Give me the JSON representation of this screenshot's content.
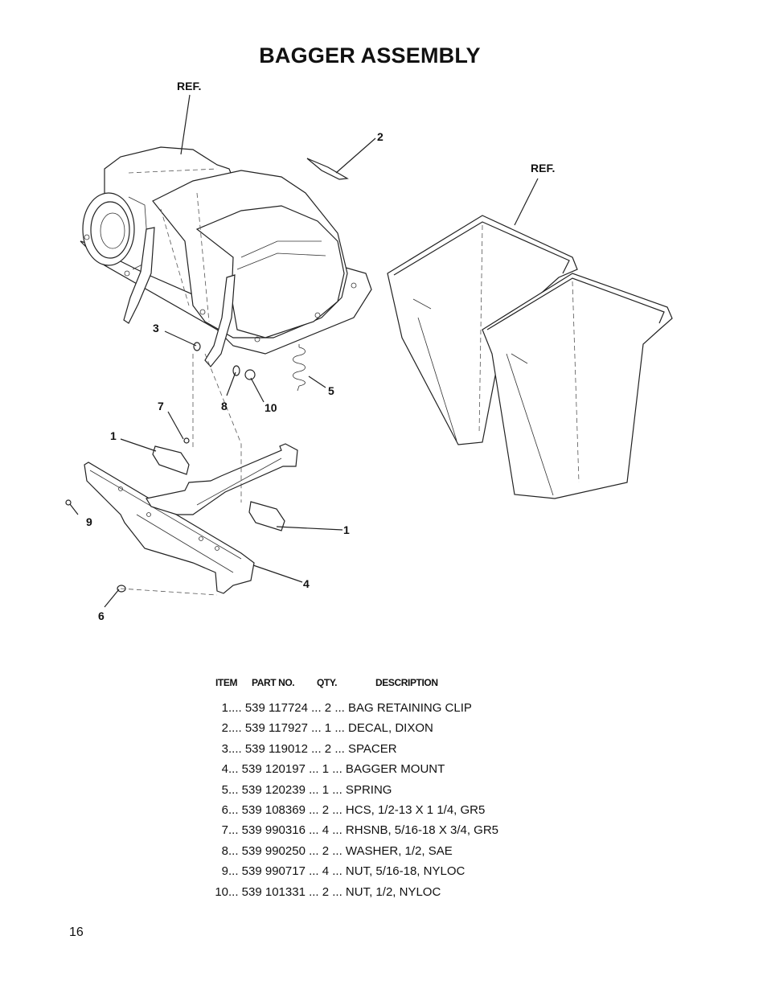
{
  "title": "BAGGER ASSEMBLY",
  "callouts": {
    "ref_top": "REF.",
    "ref_right": "REF.",
    "c2": "2",
    "c3": "3",
    "c5": "5",
    "c7": "7",
    "c8": "8",
    "c10": "10",
    "c1_left": "1",
    "c1_right": "1",
    "c9": "9",
    "c4": "4",
    "c6": "6"
  },
  "table": {
    "headers": {
      "item": "ITEM",
      "part_no": "PART NO.",
      "qty": "QTY.",
      "description": "DESCRIPTION"
    },
    "rows": [
      {
        "item": "1",
        "rest": " .... 539 117724 ... 2 ... BAG RETAINING CLIP"
      },
      {
        "item": "2",
        "rest": " .... 539 117927 ... 1 ... DECAL, DIXON"
      },
      {
        "item": "3",
        "rest": " .... 539 119012 ... 2 ... SPACER"
      },
      {
        "item": "4",
        "rest": " ... 539 120197 ... 1 ... BAGGER MOUNT"
      },
      {
        "item": "5",
        "rest": " ... 539 120239 ... 1 ... SPRING"
      },
      {
        "item": "6",
        "rest": " ... 539 108369 ... 2 ... HCS, 1/2-13 X 1 1/4, GR5"
      },
      {
        "item": "7",
        "rest": " ... 539 990316 ... 4 ... RHSNB, 5/16-18 X 3/4, GR5"
      },
      {
        "item": "8",
        "rest": " ... 539 990250 ... 2 ... WASHER, 1/2, SAE"
      },
      {
        "item": "9",
        "rest": " ... 539 990717 ... 4 ... NUT, 5/16-18, NYLOC"
      },
      {
        "item": "10",
        "rest": " ... 539 101331 ... 2 ... NUT, 1/2, NYLOC"
      }
    ]
  },
  "page_number": "16"
}
